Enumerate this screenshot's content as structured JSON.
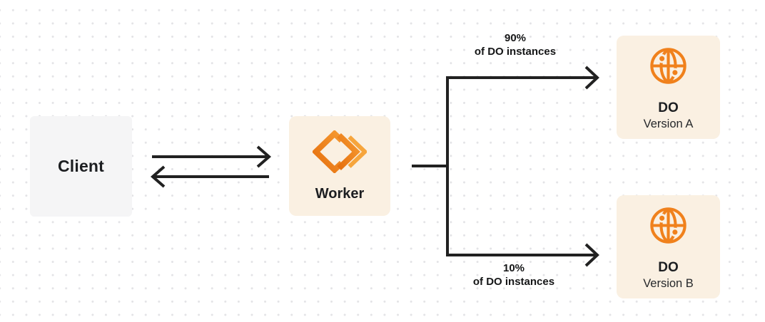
{
  "nodes": {
    "client": {
      "label": "Client"
    },
    "worker": {
      "label": "Worker",
      "icon": "workers-icon"
    },
    "do_version_a": {
      "title": "DO",
      "subtitle": "Version A",
      "icon": "globe-icon"
    },
    "do_version_b": {
      "title": "DO",
      "subtitle": "Version B",
      "icon": "globe-icon"
    }
  },
  "edges": {
    "client_worker": {
      "style": "two-arrows-bidirectional"
    },
    "split_top": {
      "percent": "90%",
      "caption": "of DO instances",
      "target": "DO Version A"
    },
    "split_bottom": {
      "percent": "10%",
      "caption": "of DO instances",
      "target": "DO Version B"
    }
  },
  "colors": {
    "accent_orange": "#f0811c",
    "accent_orange_light": "#f6a53c",
    "node_cream_bg": "#faf0e2",
    "node_gray_bg": "#f5f5f6",
    "arrow_dark": "#212121",
    "grid_dot": "#e3e3e6",
    "text_dark": "#1c1e21"
  }
}
